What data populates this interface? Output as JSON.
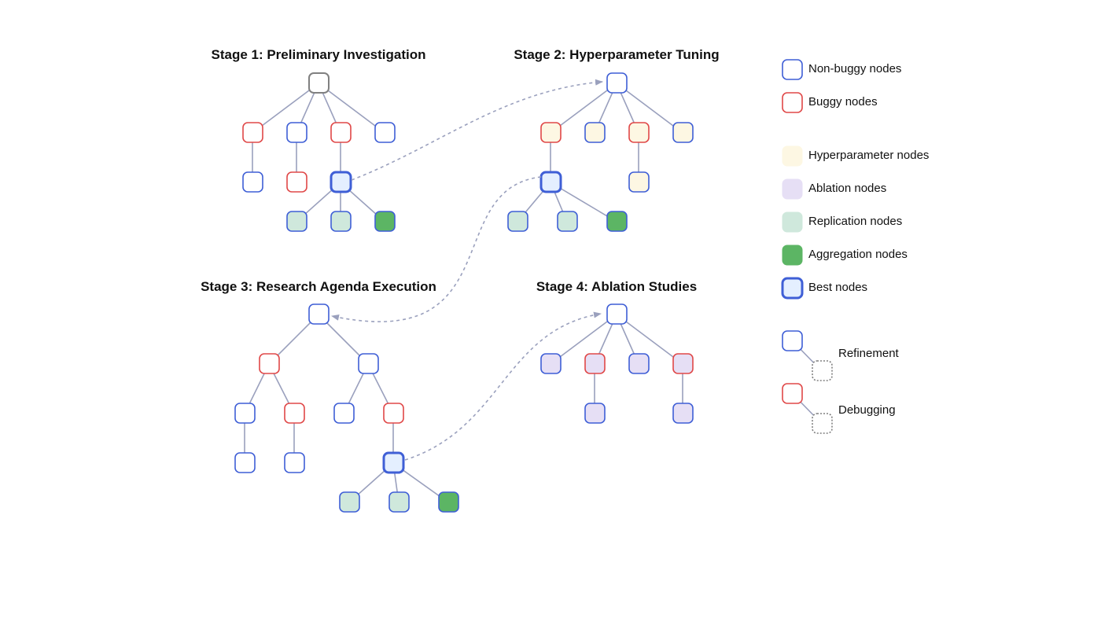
{
  "stages": [
    {
      "title": "Stage 1: Preliminary Investigation"
    },
    {
      "title": "Stage 2: Hyperparameter Tuning"
    },
    {
      "title": "Stage 3: Research Agenda Execution"
    },
    {
      "title": "Stage 4: Ablation Studies"
    }
  ],
  "legend": {
    "non_buggy": "Non-buggy nodes",
    "buggy": "Buggy nodes",
    "hyperparameter": "Hyperparameter nodes",
    "ablation": "Ablation nodes",
    "replication": "Replication nodes",
    "aggregation": "Aggregation nodes",
    "best": "Best nodes",
    "refinement": "Refinement",
    "debugging": "Debugging"
  },
  "colors": {
    "blue_border": "#3f5fd6",
    "red_border": "#e04848",
    "gray_border": "#808080",
    "edge": "#9aa0bd",
    "hyperparameter_fill": "#fdf7e3",
    "ablation_fill": "#e6dff5",
    "replication_fill": "#cfe8dc",
    "aggregation_fill": "#5cb564",
    "best_fill": "#e4efff"
  }
}
